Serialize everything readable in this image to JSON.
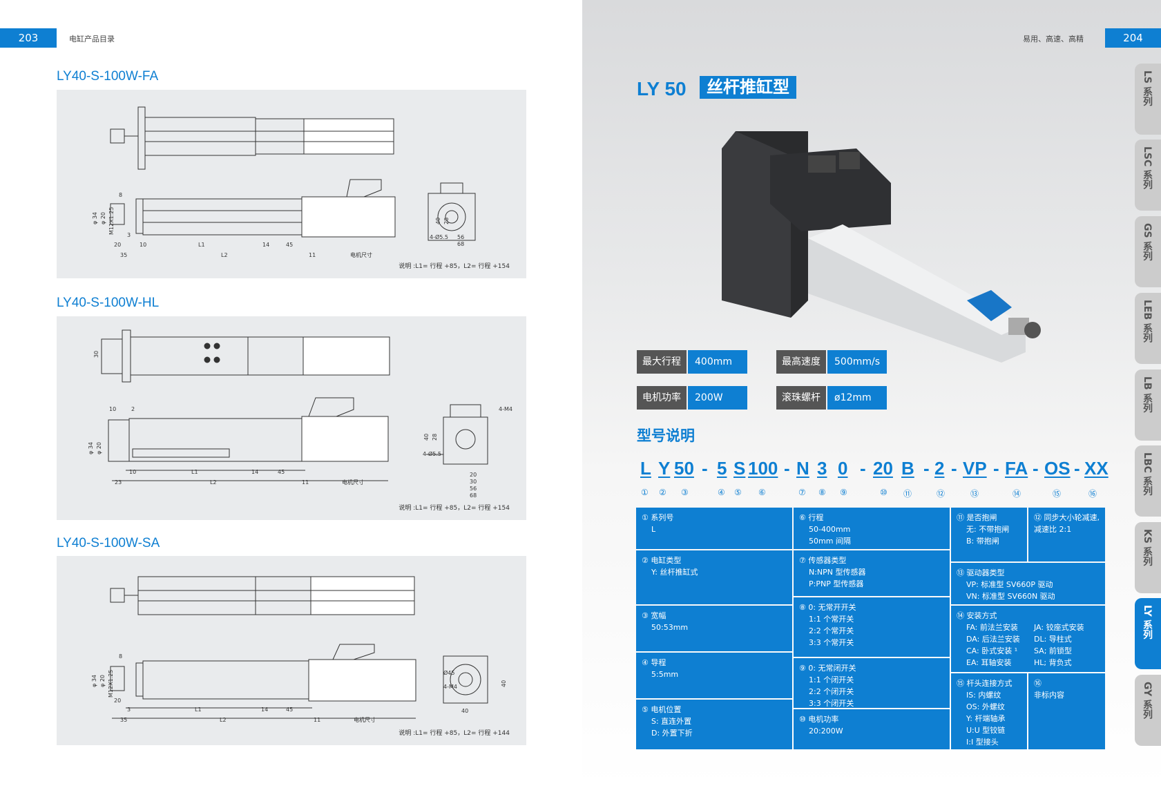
{
  "left_page": {
    "page_number": "203",
    "header": "电缸产品目录",
    "sections": [
      {
        "title": "LY40-S-100W-FA",
        "note": "说明 :L1= 行程 +85，L2= 行程 +154"
      },
      {
        "title": "LY40-S-100W-HL",
        "note": "说明 :L1= 行程 +85，L2= 行程 +154"
      },
      {
        "title": "LY40-S-100W-SA",
        "note": "说明 :L1= 行程 +85，L2= 行程 +144"
      }
    ],
    "dims": {
      "d8": "8",
      "phi34": "φ 34",
      "phi20": "φ 20",
      "m": "M12X1.25",
      "d3": "3",
      "d20": "20",
      "d10": "10",
      "l1": "L1",
      "d14": "14",
      "d45": "45",
      "d35": "35",
      "l2": "L2",
      "d11": "11",
      "motor": "电机尺寸",
      "d40": "40",
      "d28": "28",
      "d4phi": "4-Ø5.5",
      "d56": "56",
      "d68": "68",
      "d30": "30",
      "d2": "2",
      "d23": "23",
      "m4": "4-M4",
      "phi45": "Ø45"
    }
  },
  "right_page": {
    "page_number": "204",
    "header": "易用、高速、高精",
    "model": "LY 50",
    "type": "丝杆推缸型",
    "specs": [
      {
        "key": "最大行程",
        "value": "400mm"
      },
      {
        "key": "最高速度",
        "value": "500mm/s"
      },
      {
        "key": "电机功率",
        "value": "200W"
      },
      {
        "key": "滚珠螺杆",
        "value": "ø12mm"
      }
    ],
    "model_title": "型号说明",
    "code_parts": [
      "L",
      "Y",
      "50",
      "-",
      "5",
      "S",
      "100",
      "-",
      "N",
      "3",
      "0",
      "-",
      "20",
      "B",
      "-",
      "2",
      "-",
      "VP",
      "-",
      "FA",
      "-",
      "OS",
      "-",
      "XX"
    ],
    "code_numbers": [
      "①",
      "②",
      "③",
      "④",
      "⑤",
      "⑥",
      "⑦",
      "⑧",
      "⑨",
      "⑩",
      "⑪",
      "⑫",
      "⑬",
      "⑭",
      "⑮",
      "⑯"
    ],
    "cells": {
      "c1": {
        "t": "① 系列号",
        "d": [
          "L"
        ]
      },
      "c2": {
        "t": "② 电缸类型",
        "d": [
          "Y: 丝杆推缸式"
        ]
      },
      "c3": {
        "t": "③ 宽幅",
        "d": [
          "50:53mm"
        ]
      },
      "c4": {
        "t": "④ 导程",
        "d": [
          "5:5mm"
        ]
      },
      "c5": {
        "t": "⑤ 电机位置",
        "d": [
          "S: 直连外置",
          "D: 外置下折"
        ]
      },
      "c6": {
        "t": "⑥ 行程",
        "d": [
          "50-400mm",
          "50mm 间隔"
        ]
      },
      "c7": {
        "t": "⑦ 传感器类型",
        "d": [
          "N:NPN 型传感器",
          "P:PNP 型传感器"
        ]
      },
      "c8": {
        "t": "⑧ 0: 无常开开关",
        "d": [
          "1:1 个常开关",
          "2:2 个常开关",
          "3:3 个常开关"
        ]
      },
      "c9": {
        "t": "⑨ 0: 无常闭开关",
        "d": [
          "1:1 个闭开关",
          "2:2 个闭开关",
          "3:3 个闭开关"
        ]
      },
      "c10": {
        "t": "⑩ 电机功率",
        "d": [
          "20:200W"
        ]
      },
      "c11": {
        "t": "⑪ 是否抱闸",
        "d": [
          "无: 不带抱闸",
          "B: 带抱闸"
        ]
      },
      "c12": {
        "t": "⑫ 同步大小轮减速,",
        "t2": "减速比 2:1"
      },
      "c13": {
        "t": "⑬ 驱动器类型",
        "d": [
          "VP: 标准型 SV660P 驱动",
          "VN: 标准型 SV660N 驱动"
        ]
      },
      "c14": {
        "t": "⑭ 安装方式",
        "d1": [
          "FA: 前法兰安装",
          "DA: 后法兰安装",
          "CA: 卧式安装 ¹",
          "EA: 耳轴安装"
        ],
        "d2": [
          "JA: 铰座式安装",
          "DL: 导柱式",
          "SA; 前锁型",
          "HL; 背负式"
        ]
      },
      "c15": {
        "t": "⑮ 杆头连接方式",
        "d": [
          "IS: 内螺纹",
          "OS: 外螺纹",
          "Y: 杆端轴承",
          "U:U 型铰链",
          "I:I 型接头"
        ]
      },
      "c16": {
        "t": "⑯",
        "d": [
          "非标内容"
        ]
      }
    },
    "tabs": [
      "LS 系列",
      "LSC 系列",
      "GS 系列",
      "LEB 系列",
      "LB 系列",
      "LBC 系列",
      "KS 系列",
      "LY 系列",
      "GY 系列"
    ],
    "active_tab": "LY 系列"
  }
}
